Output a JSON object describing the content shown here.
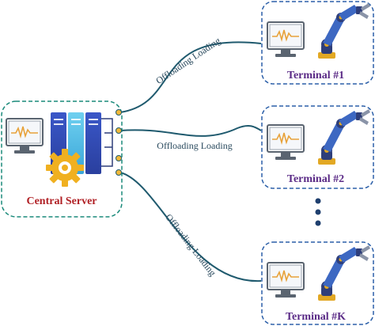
{
  "server": {
    "label": "Central Server"
  },
  "links": [
    {
      "label": "Offloading Loading"
    },
    {
      "label": "Offloading Loading"
    },
    {
      "label": "Offloading Loading"
    }
  ],
  "terminals": [
    {
      "label": "Terminal #1"
    },
    {
      "label": "Terminal #2"
    },
    {
      "label": "Terminal #K"
    }
  ],
  "colors": {
    "box_border": "#1a8a7a",
    "terminal_border": "#2b5fa8",
    "link": "#1f5a6e",
    "server_label": "#b01f24",
    "terminal_label": "#5a2a86"
  }
}
